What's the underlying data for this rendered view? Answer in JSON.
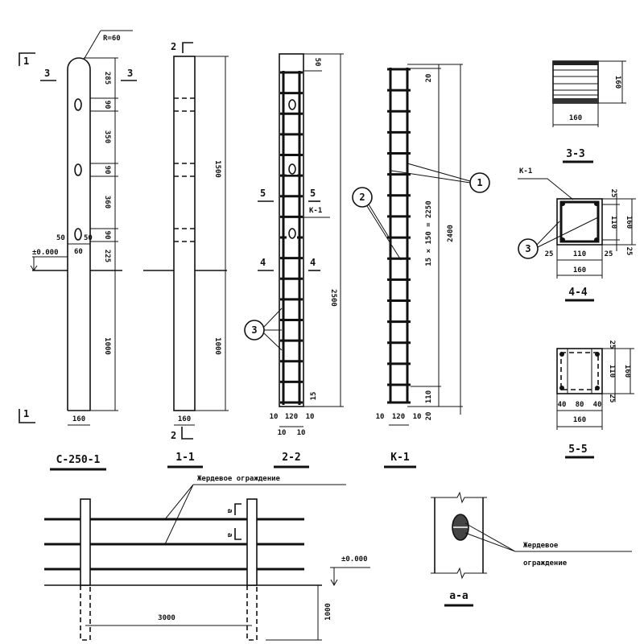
{
  "post_view": {
    "title": "С-250-1",
    "radius": "R=60",
    "section_mark_1": "1",
    "section_mark_3": "3",
    "level": "±0.000",
    "dims_vertical": [
      "285",
      "90",
      "350",
      "90",
      "360",
      "90",
      "225",
      "1000"
    ],
    "dim_50_left": "50",
    "dim_50_right": "50",
    "dim_60": "60",
    "width": "160"
  },
  "section_1_1": {
    "title": "1-1",
    "section_mark_2": "2",
    "dim_upper": "1500",
    "dim_lower": "1000",
    "width": "160"
  },
  "section_2_2": {
    "title": "2-2",
    "dim_top": "50",
    "dim_total": "2500",
    "dim_bottom": "15",
    "mark_5": "5",
    "mark_4": "4",
    "cage_ref": "К-1",
    "callout": "3",
    "bottom_dims": [
      "10",
      "120",
      "10"
    ],
    "sub_dims": [
      "10",
      "10"
    ]
  },
  "cage_k1": {
    "title": "К-1",
    "dim_top": "20",
    "dim_spacing": "15 × 150 = 2250",
    "dim_total": "2400",
    "dim_bottom": "110",
    "dim_end": "20",
    "bottom_dims": [
      "10",
      "120",
      "10"
    ],
    "callout_1": "1",
    "callout_2": "2"
  },
  "section_3_3": {
    "title": "3-3",
    "height": "160",
    "width": "160"
  },
  "section_4_4": {
    "title": "4-4",
    "cage_ref": "К-1",
    "callout": "3",
    "right_dims": [
      "25",
      "110",
      "25"
    ],
    "total_height": "160",
    "bottom_dims": [
      "25",
      "110",
      "25"
    ],
    "total_width": "160"
  },
  "section_5_5": {
    "title": "5-5",
    "right_dims": [
      "25",
      "110",
      "25"
    ],
    "total_height": "160",
    "bottom_dims": [
      "40",
      "80",
      "40"
    ],
    "total_width": "160"
  },
  "fence_elevation": {
    "rail_label": "Жердевое ограждение",
    "section_mark": "а",
    "level": "±0.000",
    "span": "3000",
    "depth": "1000"
  },
  "section_a_a": {
    "title": "а-а",
    "label_line1": "Жердевое",
    "label_line2": "ограждение"
  }
}
